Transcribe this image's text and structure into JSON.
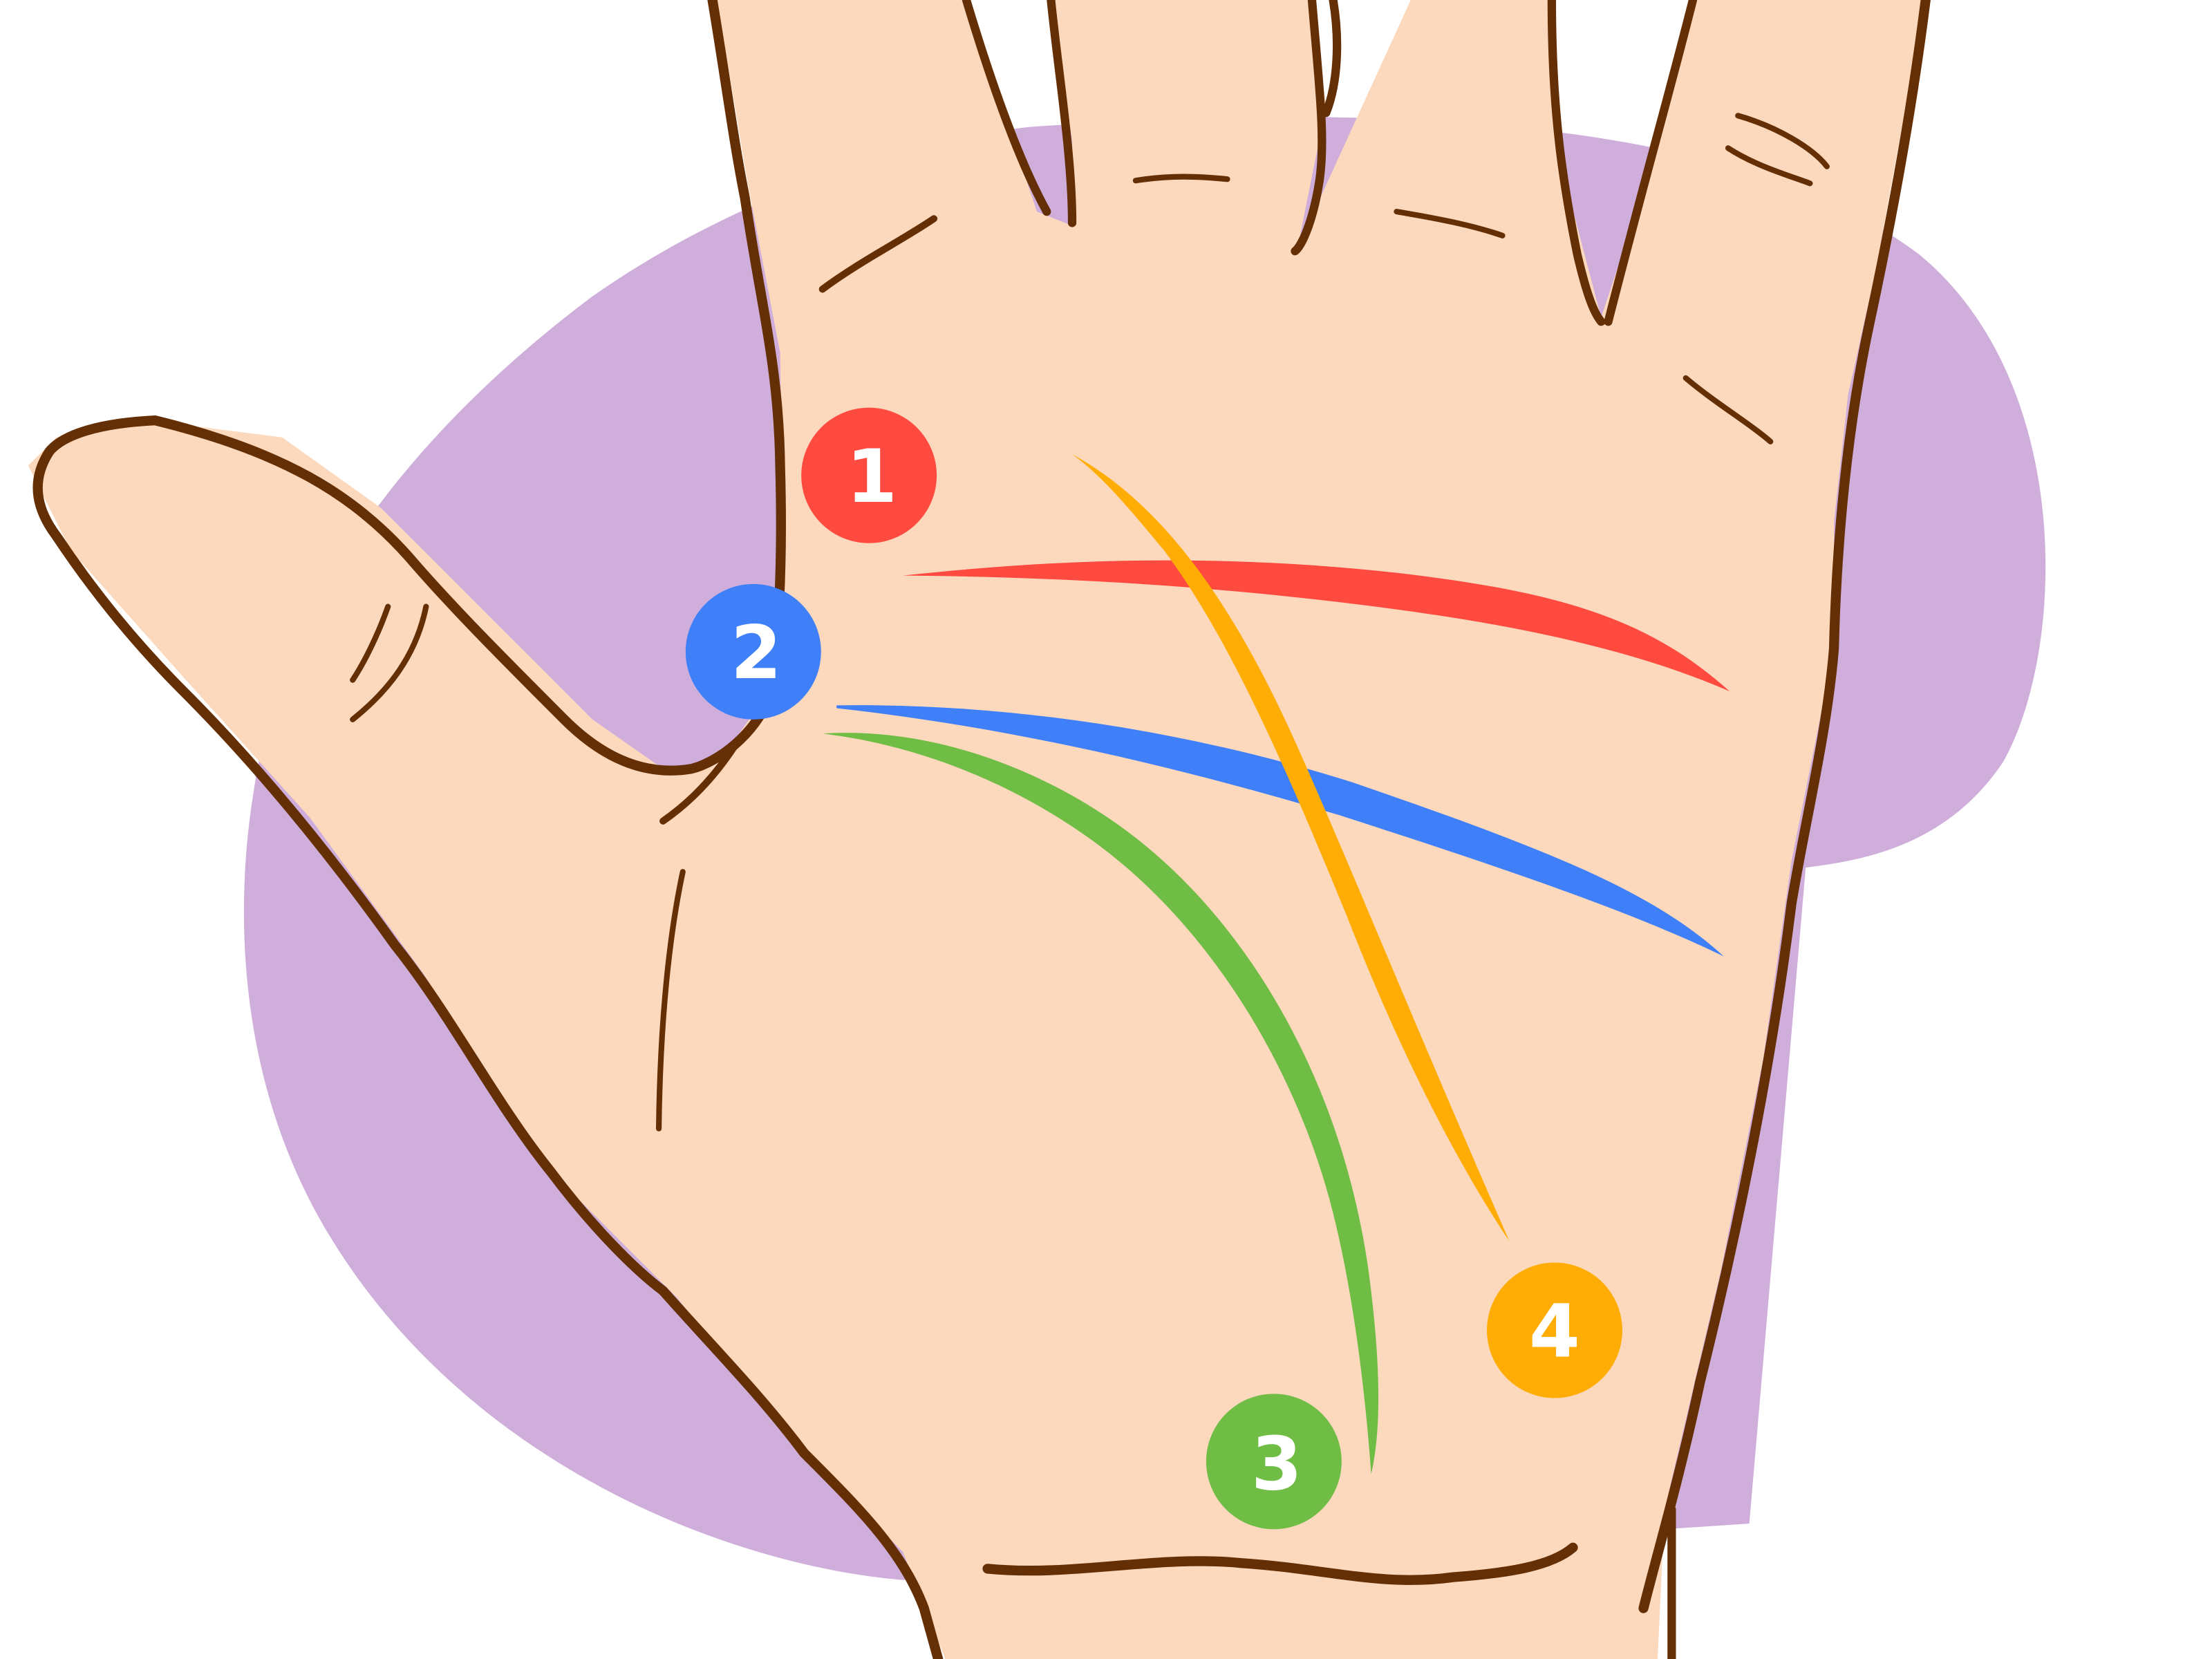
{
  "illustration": {
    "subject": "palm of a hand with four numbered palm lines",
    "colors": {
      "background": "#ffffff",
      "backdrop_circle": "#cfaedc",
      "skin": "#fcd9bd",
      "outline": "#652f06"
    }
  },
  "lines": [
    {
      "id": "1",
      "label": "1",
      "color": "#ff4a40"
    },
    {
      "id": "2",
      "label": "2",
      "color": "#3f80f8"
    },
    {
      "id": "3",
      "label": "3",
      "color": "#6fbd44"
    },
    {
      "id": "4",
      "label": "4",
      "color": "#ffad04"
    }
  ]
}
